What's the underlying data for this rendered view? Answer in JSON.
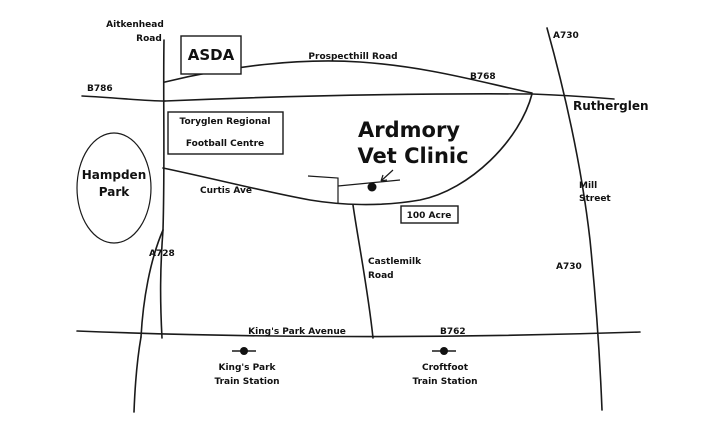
{
  "roads": {
    "aitkenhead_1": "Aitkenhead",
    "aitkenhead_2": "Road",
    "prospecthill": "Prospecthill Road",
    "b786": "B786",
    "b768": "B768",
    "a730_top": "A730",
    "a730_mid": "A730",
    "curtis": "Curtis Ave",
    "a728": "A728",
    "castlemilk_1": "Castlemilk",
    "castlemilk_2": "Road",
    "mill_1": "Mill",
    "mill_2": "Street",
    "kings_park_avenue": "King's Park Avenue",
    "b762": "B762"
  },
  "places": {
    "asda": "ASDA",
    "toryglen_1": "Toryglen Regional",
    "toryglen_2": "Football Centre",
    "hampden_1": "Hampden",
    "hampden_2": "Park",
    "rutherglen": "Rutherglen",
    "acre": "100 Acre",
    "clinic_1": "Ardmory",
    "clinic_2": "Vet Clinic"
  },
  "stations": {
    "kings_park_1": "King's Park",
    "kings_park_2": "Train Station",
    "croftfoot_1": "Croftfoot",
    "croftfoot_2": "Train Station"
  }
}
